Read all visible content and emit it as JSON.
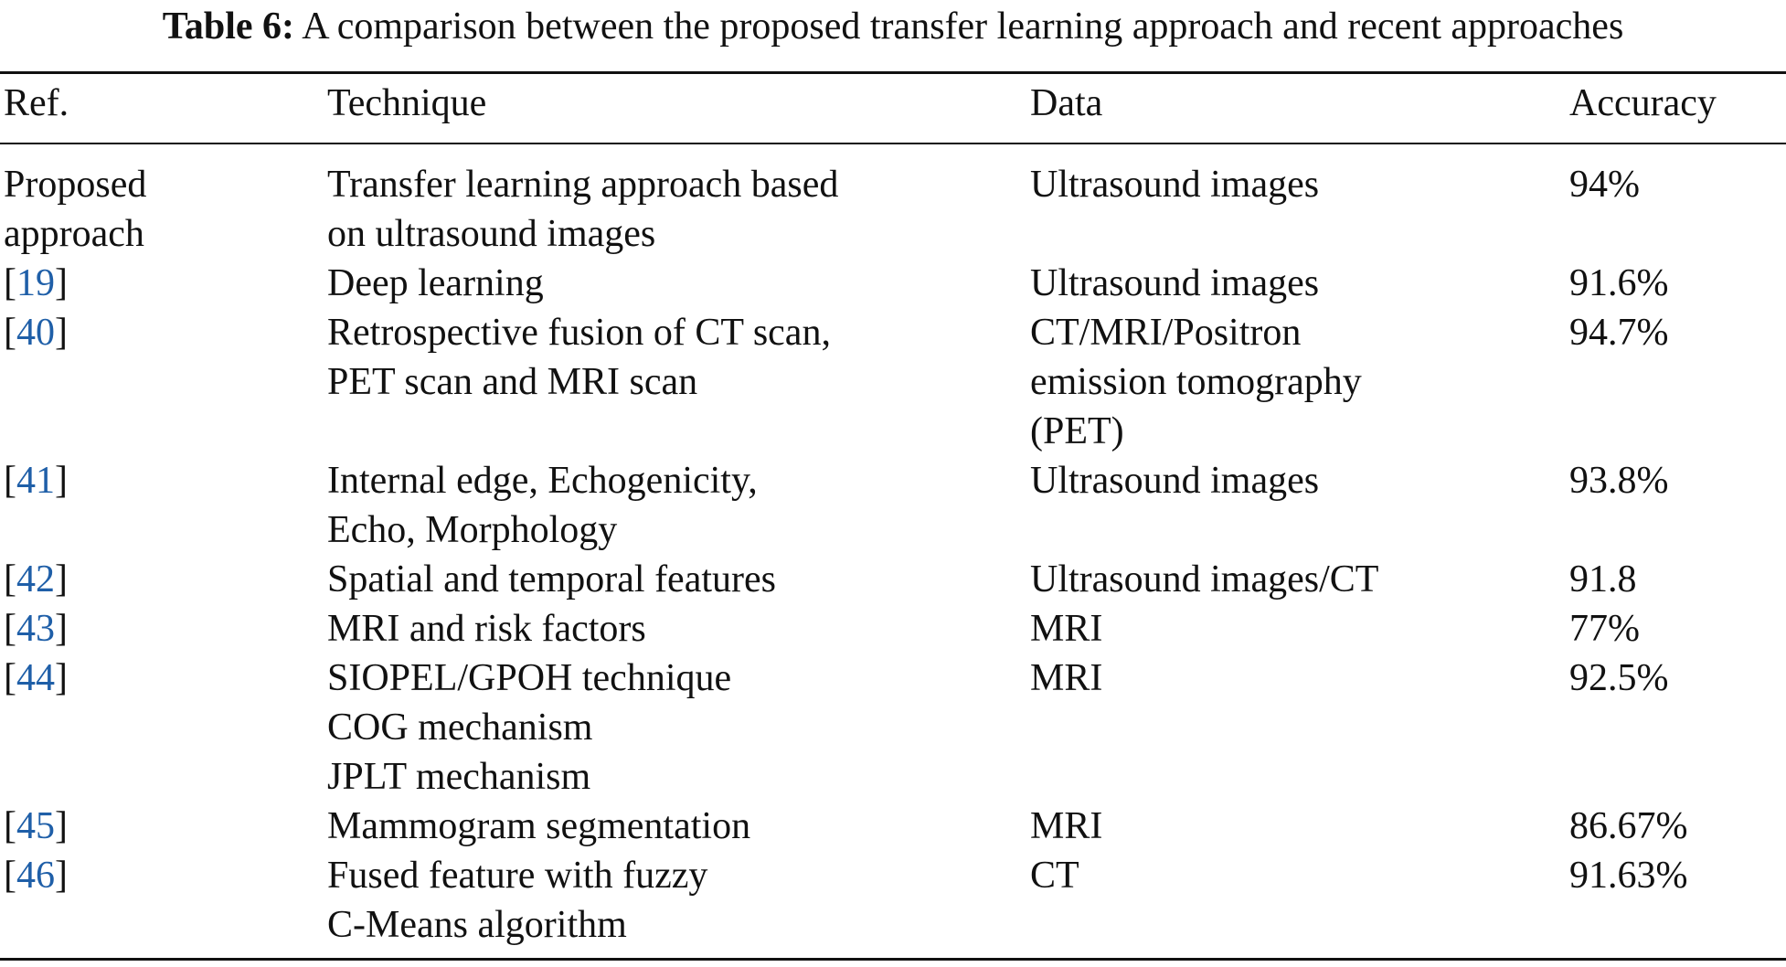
{
  "caption": {
    "label": "Table 6:",
    "text": "A comparison between the proposed transfer learning approach and recent approaches"
  },
  "table": {
    "headers": [
      "Ref.",
      "Technique",
      "Data",
      "Accuracy"
    ],
    "rows": [
      {
        "ref_lines": [
          "Proposed",
          "approach"
        ],
        "ref_is_link": false,
        "technique_lines": [
          "Transfer learning approach based",
          "on ultrasound images"
        ],
        "data_lines": [
          "Ultrasound images"
        ],
        "accuracy": "94%"
      },
      {
        "ref_num": "19",
        "ref_is_link": true,
        "technique_lines": [
          "Deep learning"
        ],
        "data_lines": [
          "Ultrasound images"
        ],
        "accuracy": "91.6%"
      },
      {
        "ref_num": "40",
        "ref_is_link": true,
        "technique_lines": [
          "Retrospective fusion of CT scan,",
          "PET scan and MRI scan"
        ],
        "data_lines": [
          "CT/MRI/Positron",
          "emission tomography",
          "(PET)"
        ],
        "accuracy": "94.7%"
      },
      {
        "ref_num": "41",
        "ref_is_link": true,
        "technique_lines": [
          "Internal edge, Echogenicity,",
          "Echo, Morphology"
        ],
        "data_lines": [
          "Ultrasound images"
        ],
        "accuracy": "93.8%"
      },
      {
        "ref_num": "42",
        "ref_is_link": true,
        "technique_lines": [
          "Spatial and temporal features"
        ],
        "data_lines": [
          "Ultrasound images/CT"
        ],
        "accuracy": "91.8"
      },
      {
        "ref_num": "43",
        "ref_is_link": true,
        "technique_lines": [
          "MRI and risk factors"
        ],
        "data_lines": [
          "MRI"
        ],
        "accuracy": "77%"
      },
      {
        "ref_num": "44",
        "ref_is_link": true,
        "technique_lines": [
          "SIOPEL/GPOH technique",
          "COG mechanism",
          "JPLT mechanism"
        ],
        "data_lines": [
          "MRI"
        ],
        "accuracy": "92.5%"
      },
      {
        "ref_num": "45",
        "ref_is_link": true,
        "technique_lines": [
          "Mammogram segmentation"
        ],
        "data_lines": [
          "MRI"
        ],
        "accuracy": "86.67%"
      },
      {
        "ref_num": "46",
        "ref_is_link": true,
        "technique_lines": [
          "Fused feature with fuzzy",
          "C-Means algorithm"
        ],
        "data_lines": [
          "CT"
        ],
        "accuracy": "91.63%"
      }
    ]
  },
  "colors": {
    "text": "#111111",
    "link": "#1f5fa8",
    "rule": "#111111"
  }
}
